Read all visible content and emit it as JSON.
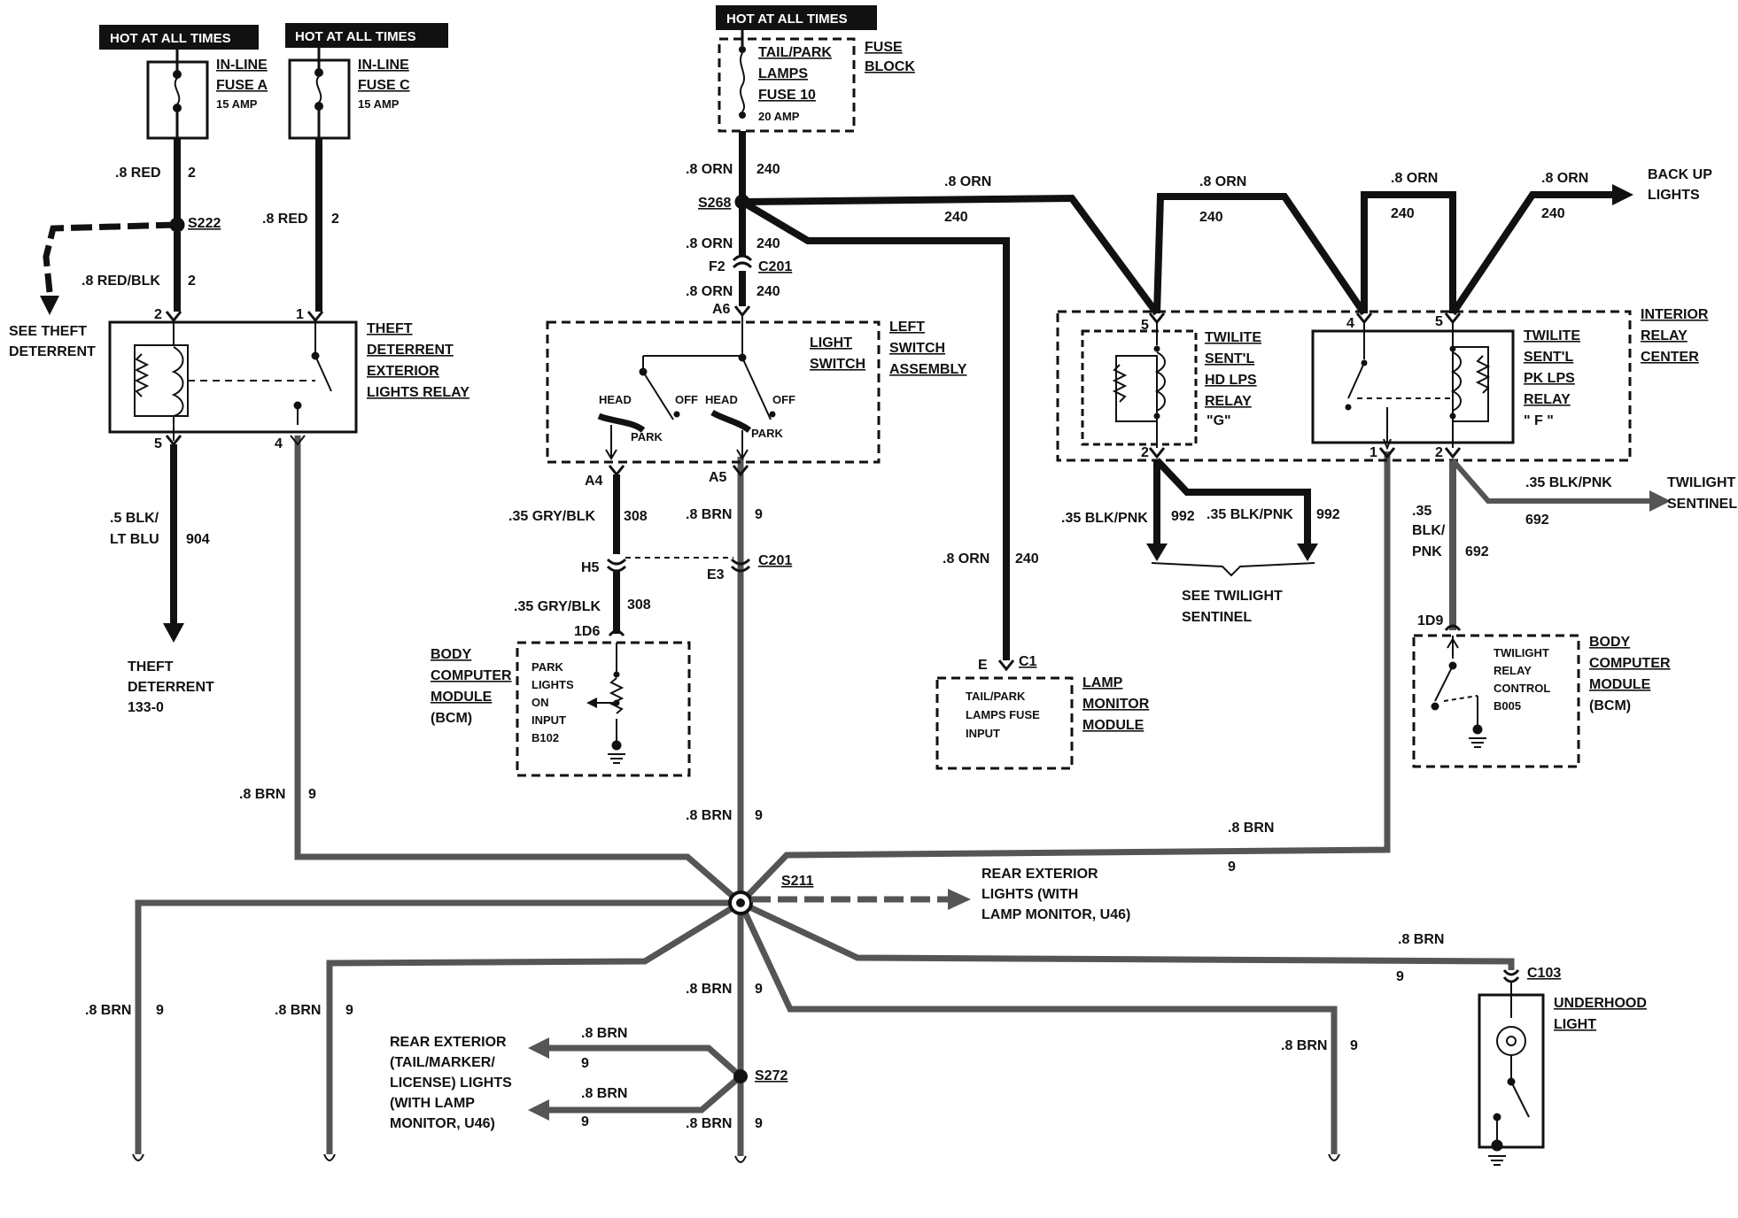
{
  "hot": {
    "a": "HOT AT ALL TIMES",
    "b": "HOT AT ALL TIMES",
    "c": "HOT AT ALL TIMES"
  },
  "fuse_a": {
    "l1": "IN-LINE",
    "l2": "FUSE A",
    "amp": "15 AMP"
  },
  "fuse_c": {
    "l1": "IN-LINE",
    "l2": "FUSE C",
    "amp": "15 AMP"
  },
  "fuse_block": {
    "l1": "TAIL/PARK",
    "l2": "LAMPS",
    "l3": "FUSE 10",
    "amp": "20 AMP",
    "b1": "FUSE",
    "b2": "BLOCK"
  },
  "wires": {
    "red_left": ".8 RED",
    "red_left_n": "2",
    "red_right": ".8 RED",
    "red_right_n": "2",
    "red_blk": ".8 RED/BLK",
    "red_blk_n": "2",
    "blk_ltblu_1": ".5 BLK/",
    "blk_ltblu_2": "LT BLU",
    "blk_ltblu_n": "904",
    "orn_top": ".8 ORN",
    "orn_top_n": "240",
    "orn_mid": ".8 ORN",
    "orn_mid_n": "240",
    "orn_low": ".8 ORN",
    "orn_low_n": "240",
    "orn_h1": ".8 ORN",
    "orn_h1_n": "240",
    "orn_h2": ".8 ORN",
    "orn_h2_n": "240",
    "orn_h3": ".8 ORN",
    "orn_h3_n": "240",
    "orn_h4": ".8 ORN",
    "orn_h4_n": "240",
    "orn_lamp": ".8 ORN",
    "orn_lamp_n": "240",
    "gry_blk_1": ".35 GRY/BLK",
    "gry_blk_1_n": "308",
    "gry_blk_2": ".35 GRY/BLK",
    "gry_blk_2_n": "308",
    "brn_a5": ".8 BRN",
    "brn_a5_n": "9",
    "brn_left": ".8 BRN",
    "brn_left_n": "9",
    "brn_center": ".8 BRN",
    "brn_center_n": "9",
    "brn_right": ".8 BRN",
    "brn_right_n": "9",
    "brn_c103": ".8 BRN",
    "brn_c103_n": "9",
    "brn_lower_center": ".8 BRN",
    "brn_lower_center_n": "9",
    "brn_b1": ".8 BRN",
    "brn_b1_n": "9",
    "brn_b2": ".8 BRN",
    "brn_b2_n": "9",
    "brn_b3": ".8 BRN",
    "brn_b3_n": "9",
    "brn_s272_a": ".8 BRN",
    "brn_s272_a_n": "9",
    "brn_s272_b": ".8 BRN",
    "brn_s272_b_n": "9",
    "brn_bottom": ".8 BRN",
    "brn_bottom_n": "9",
    "blkpnk_1": ".35 BLK/PNK",
    "blkpnk_1_n": "992",
    "blkpnk_2": ".35 BLK/PNK",
    "blkpnk_2_n": "992",
    "blkpnk_3": ".35 BLK/PNK",
    "blkpnk_3_n": "692",
    "blkpnk_4a": ".35",
    "blkpnk_4b": "BLK/",
    "blkpnk_4c": "PNK",
    "blkpnk_4_n": "692"
  },
  "splices": {
    "s222": "S222",
    "s268": "S268",
    "s211": "S211",
    "s272": "S272"
  },
  "connectors": {
    "c201_top": "C201",
    "f2": "F2",
    "a6": "A6",
    "a4": "A4",
    "a5": "A5",
    "h5": "H5",
    "e3": "E3",
    "c201_low": "C201",
    "1d6": "1D6",
    "1d9": "1D9",
    "e": "E",
    "c1": "C1",
    "c103": "C103",
    "p2": "2",
    "p1": "1",
    "p5": "5",
    "p4": "4",
    "tw_5": "5",
    "tw_2": "2",
    "pk_4": "4",
    "pk_5": "5",
    "pk_1": "1",
    "pk_2": "2"
  },
  "components": {
    "theft_relay": [
      "THEFT",
      "DETERRENT",
      "EXTERIOR",
      "LIGHTS RELAY"
    ],
    "see_theft": [
      "SEE THEFT",
      "DETERRENT"
    ],
    "theft_deterrent": [
      "THEFT",
      "DETERRENT",
      "133-0"
    ],
    "light_switch": [
      "LIGHT",
      "SWITCH"
    ],
    "left_switch": [
      "LEFT",
      "SWITCH",
      "ASSEMBLY"
    ],
    "switch_labels": {
      "head1": "HEAD",
      "off1": "OFF",
      "park1": "PARK",
      "head2": "HEAD",
      "off2": "OFF",
      "park2": "PARK"
    },
    "bcm_left": [
      "BODY",
      "COMPUTER",
      "MODULE",
      "(BCM)"
    ],
    "park_input": [
      "PARK",
      "LIGHTS",
      "ON",
      "INPUT",
      "B102"
    ],
    "lamp_module_box": [
      "TAIL/PARK",
      "LAMPS FUSE",
      "INPUT"
    ],
    "lamp_module": [
      "LAMP",
      "MONITOR",
      "MODULE"
    ],
    "twilite_hd": [
      "TWILITE",
      "SENT'L",
      "HD LPS",
      "RELAY",
      "\"G\""
    ],
    "twilite_pk": [
      "TWILITE",
      "SENT'L",
      "PK LPS",
      "RELAY",
      "\" F \""
    ],
    "interior_relay": [
      "INTERIOR",
      "RELAY",
      "CENTER"
    ],
    "see_twilight": [
      "SEE TWILIGHT",
      "SENTINEL"
    ],
    "twilight_sentinel": [
      "TWILIGHT",
      "SENTINEL"
    ],
    "back_up": [
      "BACK UP",
      "LIGHTS"
    ],
    "twilight_relay_ctrl": [
      "TWILIGHT",
      "RELAY",
      "CONTROL",
      "B005"
    ],
    "bcm_right": [
      "BODY",
      "COMPUTER",
      "MODULE",
      "(BCM)"
    ],
    "rear_ext_monitor": [
      "REAR EXTERIOR",
      "LIGHTS (WITH",
      "LAMP MONITOR, U46)"
    ],
    "rear_ext_tail": [
      "REAR EXTERIOR",
      "(TAIL/MARKER/",
      "LICENSE) LIGHTS",
      "(WITH LAMP",
      "MONITOR, U46)"
    ],
    "underhood": [
      "UNDERHOOD",
      "LIGHT"
    ]
  }
}
